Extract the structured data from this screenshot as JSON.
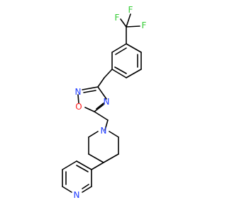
{
  "molecule": {
    "atoms": [
      {
        "id": "F1",
        "label": "F",
        "color": "#33cc33"
      },
      {
        "id": "F2",
        "label": "F",
        "color": "#33cc33"
      },
      {
        "id": "F3",
        "label": "F",
        "color": "#33cc33"
      },
      {
        "id": "N_ox1",
        "label": "N",
        "color": "#1f3bff"
      },
      {
        "id": "N_ox2",
        "label": "N",
        "color": "#1f3bff"
      },
      {
        "id": "O_ox",
        "label": "O",
        "color": "#ff2020"
      },
      {
        "id": "N_pip",
        "label": "N",
        "color": "#1f3bff"
      },
      {
        "id": "N_pyr",
        "label": "N",
        "color": "#1f3bff"
      }
    ],
    "bond_color": "#000000"
  }
}
